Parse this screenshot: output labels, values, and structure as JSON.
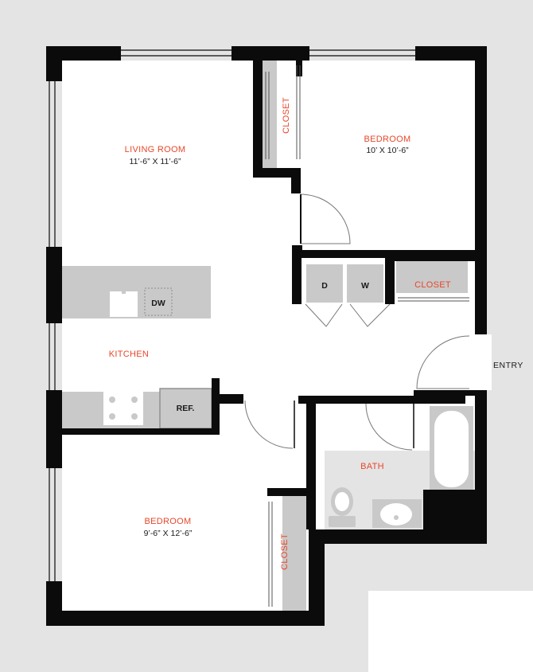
{
  "colors": {
    "background": "#e4e4e4",
    "floor": "#ffffff",
    "wall": "#0b0b0b",
    "fixture": "#c9c9c9",
    "label_accent": "#e8472a",
    "label_dark": "#1a1a1a"
  },
  "rooms": {
    "living_room": {
      "name": "LIVING ROOM",
      "size": "11’-6” X 11’-6”"
    },
    "bedroom_top": {
      "name": "BEDROOM",
      "size": "10’ X 10’-6”"
    },
    "bedroom_bottom": {
      "name": "BEDROOM",
      "size": "9’-6” X 12’-6”"
    },
    "kitchen": {
      "name": "KITCHEN"
    },
    "bath": {
      "name": "BATH"
    }
  },
  "closets": {
    "top": "CLOSET",
    "hall": "CLOSET",
    "bottom": "CLOSET"
  },
  "appliances": {
    "dishwasher": "DW",
    "refrigerator": "REF.",
    "dryer": "D",
    "washer": "W"
  },
  "entry": "ENTRY"
}
